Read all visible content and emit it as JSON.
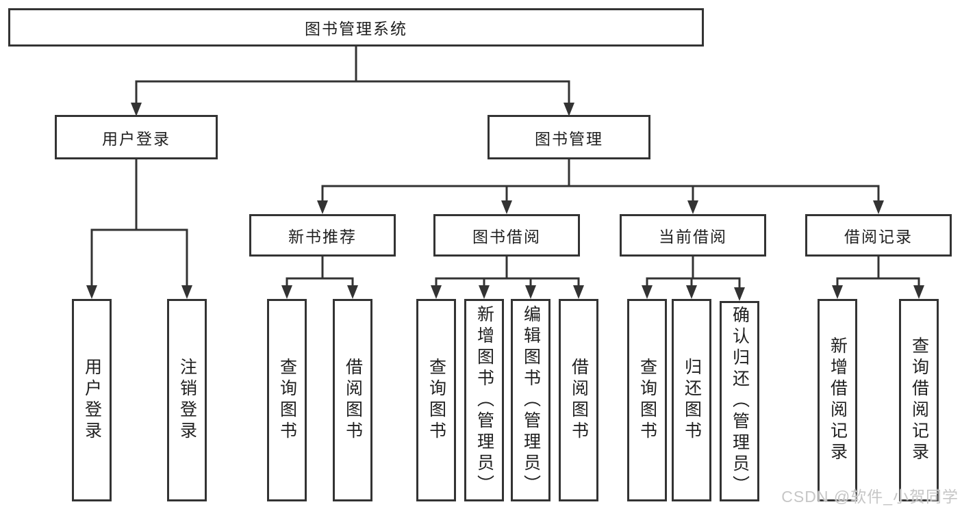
{
  "tree": {
    "label": "图书管理系统",
    "children": [
      {
        "label": "用户登录",
        "children": [
          {
            "label": "用户登录"
          },
          {
            "label": "注销登录"
          }
        ]
      },
      {
        "label": "图书管理",
        "children": [
          {
            "label": "新书推荐",
            "children": [
              {
                "label": "查询图书"
              },
              {
                "label": "借阅图书"
              }
            ]
          },
          {
            "label": "图书借阅",
            "children": [
              {
                "label": "查询图书"
              },
              {
                "label": "新增图书（管理员）"
              },
              {
                "label": "编辑图书（管理员）"
              },
              {
                "label": "借阅图书"
              }
            ]
          },
          {
            "label": "当前借阅",
            "children": [
              {
                "label": "查询图书"
              },
              {
                "label": "归还图书"
              },
              {
                "label": "确认归还（管理员）"
              }
            ]
          },
          {
            "label": "借阅记录",
            "children": [
              {
                "label": "新增借阅记录"
              },
              {
                "label": "查询借阅记录"
              }
            ]
          }
        ]
      }
    ]
  },
  "watermark": {
    "text": "CSDN @软件_小贺同学"
  },
  "colors": {
    "line": "#333333",
    "box_border": "#333333",
    "box_fill": "#ffffff",
    "text": "#1f1f1f",
    "watermark": "#c6c6c6"
  }
}
